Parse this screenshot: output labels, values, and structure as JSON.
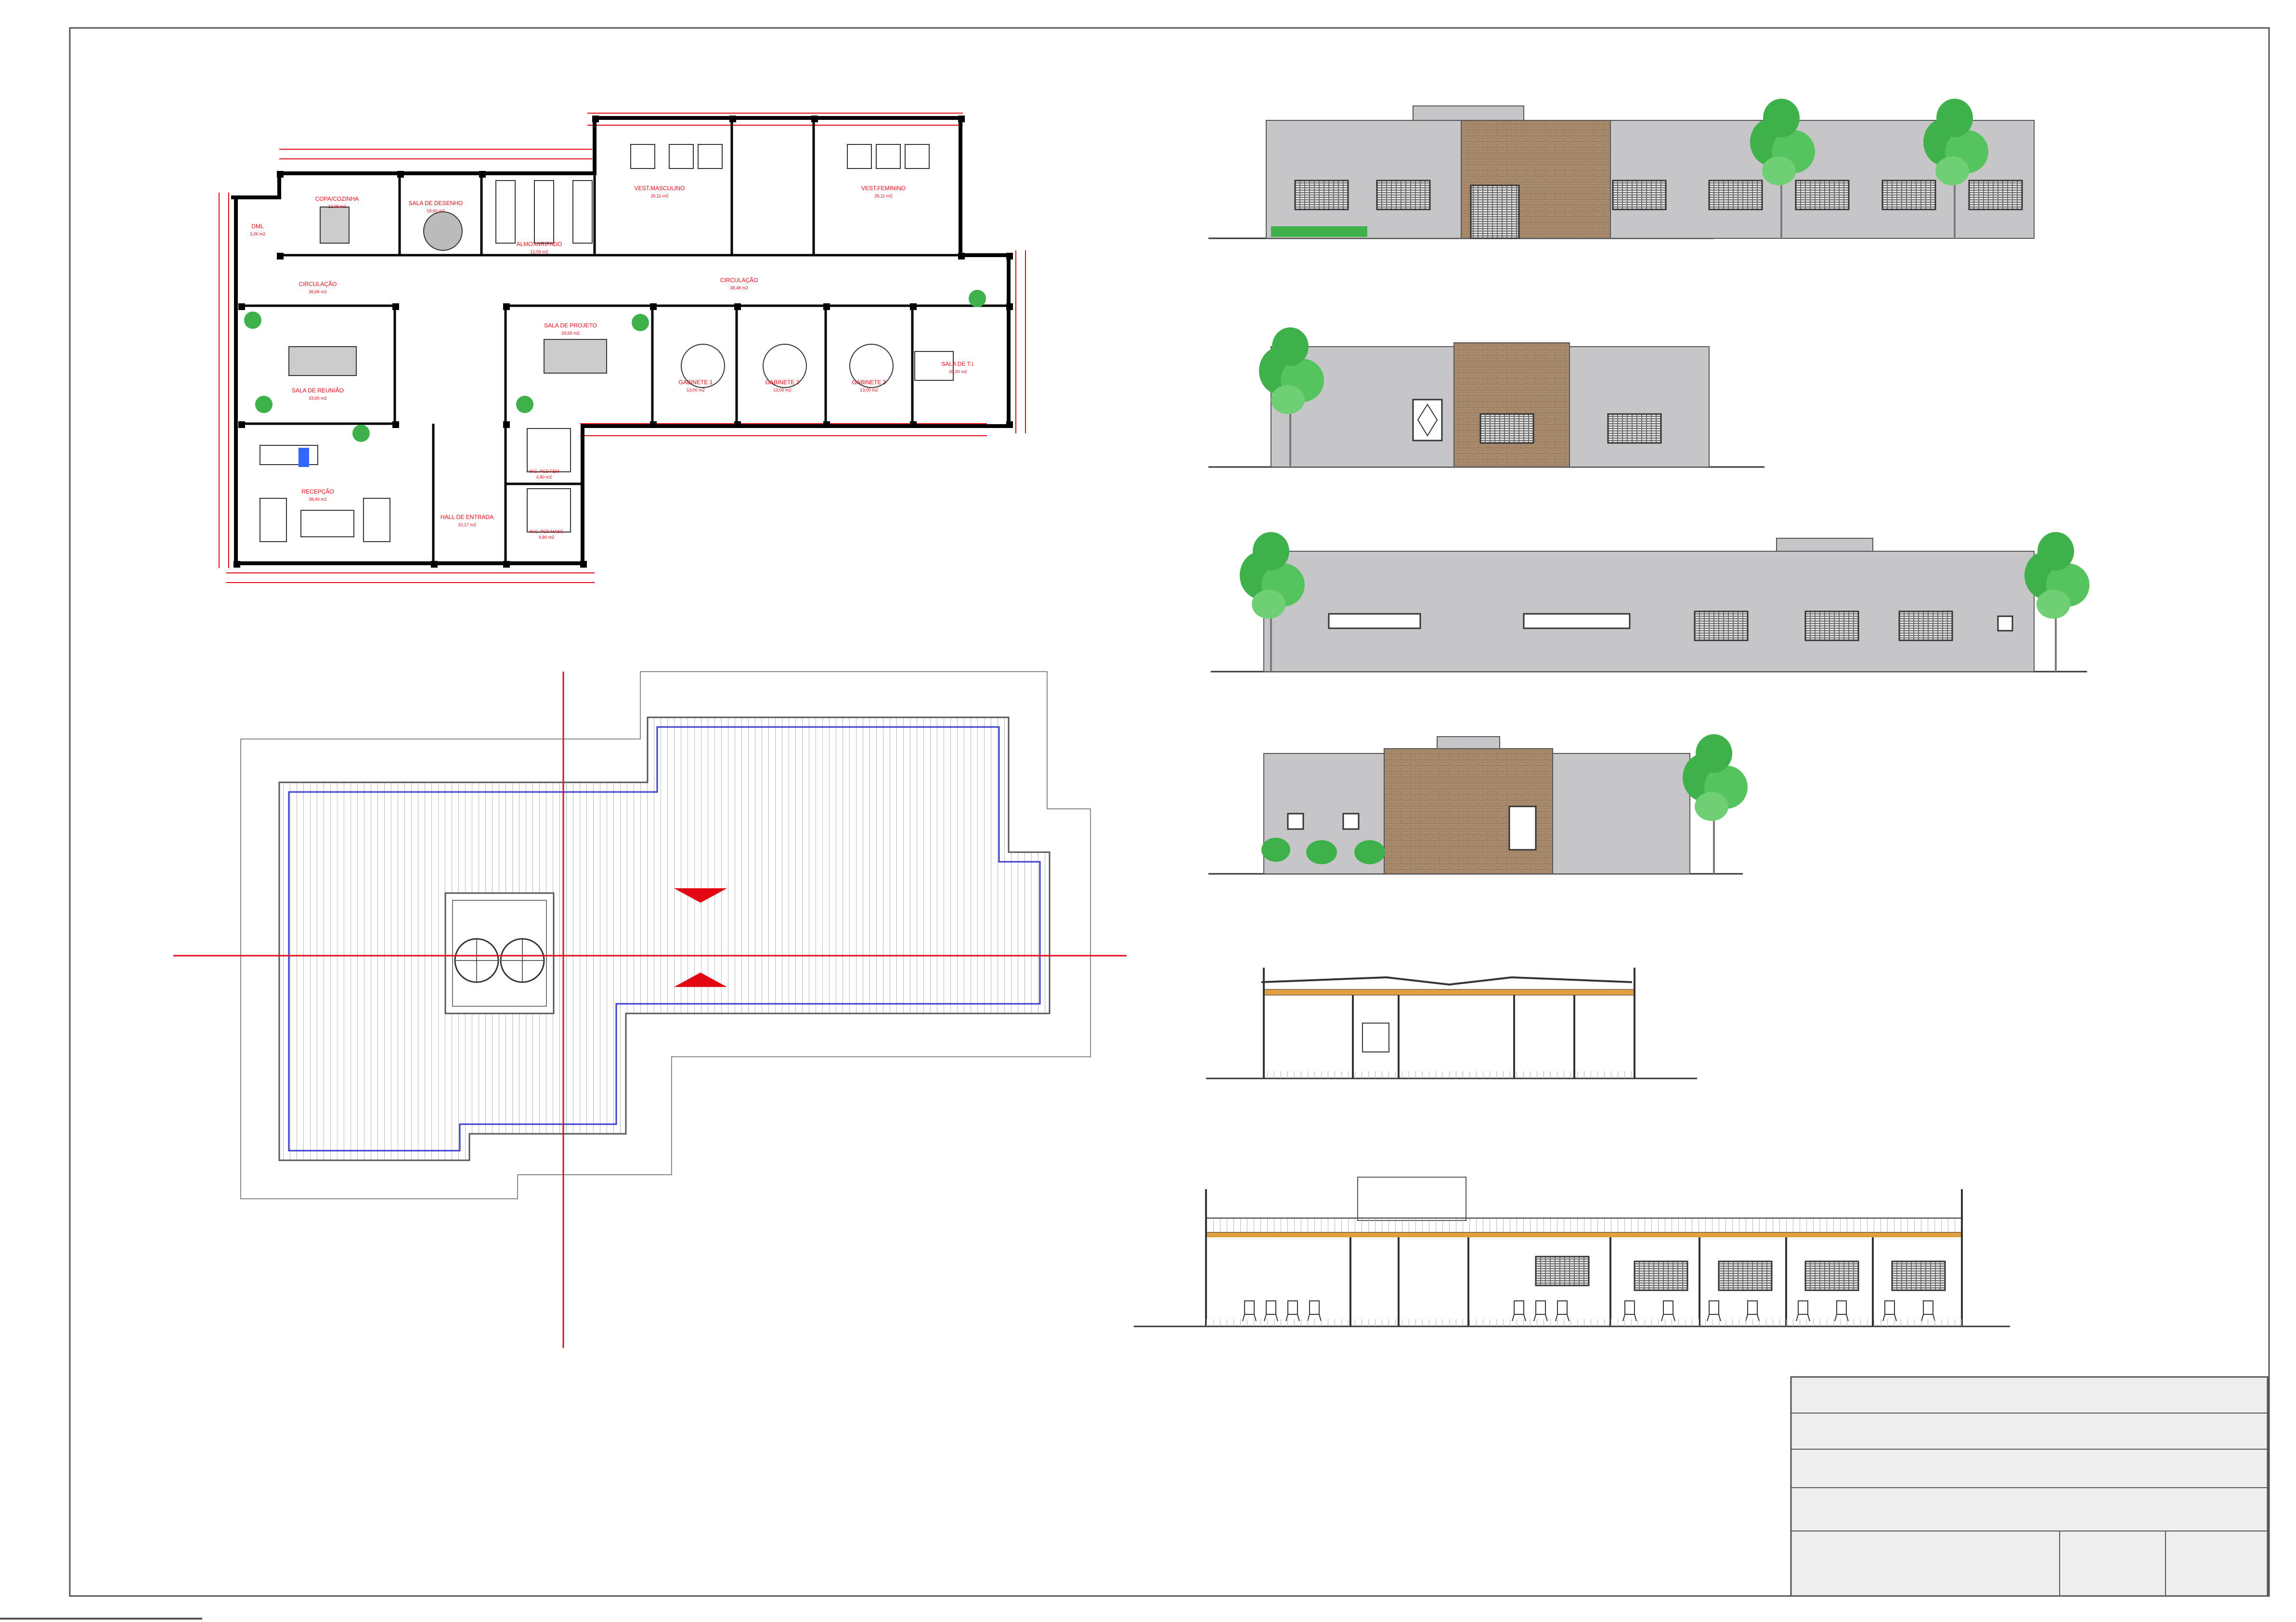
{
  "rooms": {
    "copa": "COPA/COZINHA",
    "copa_area": "12,09 m2",
    "sala_desenho": "SALA DE DESENHO",
    "sala_desenho_area": "19,60 m2",
    "almoxarifado": "ALMOXARIFADO",
    "almoxarifado_area": "12,09 m2",
    "vest_masc": "VEST.MASCULINO",
    "vest_masc_area": "26,11 m2",
    "vest_fem": "VEST.FEMININO",
    "vest_fem_area": "26,11 m2",
    "dml": "DML",
    "dml_area": "3,06 m2",
    "circ1": "CIRCULAÇÃO",
    "circ1_area": "36,66 m2",
    "circ2": "CIRCULAÇÃO",
    "circ2_area": "38,48 m2",
    "sala_reuniao": "SALA DE REUNIÃO",
    "sala_reuniao_area": "33,65 m2",
    "sala_projeto": "SALA DE PROJETO",
    "sala_projeto_area": "33,65 m2",
    "gab1": "GABINETE 1",
    "gab1_area": "13,00 m2",
    "gab2": "GABINETE 2",
    "gab2_area": "13,00 m2",
    "gab3": "GABINETE 3",
    "gab3_area": "13,00 m2",
    "sala_ti": "SALA DE T.I.",
    "sala_ti_area": "30,00 m2",
    "recepcao": "RECEPÇÃO",
    "recepcao_area": "38,44 m2",
    "hall": "HALL DE ENTRADA",
    "hall_area": "10,17 m2",
    "wc_fem": "W.C. PCD FEM",
    "wc_fem_area": "4,80 m2",
    "wc_masc": "W.C. PCD MASC",
    "wc_masc_area": "4,80 m2"
  },
  "colors": {
    "annotation": "#e30613",
    "wall": "#000000",
    "facade_gray": "#c6c6c8",
    "brick": "#a88a6c",
    "tree_green": "#3fb14a",
    "roof_blue": "#3a3ad0",
    "title_block": "#eeeeee"
  }
}
